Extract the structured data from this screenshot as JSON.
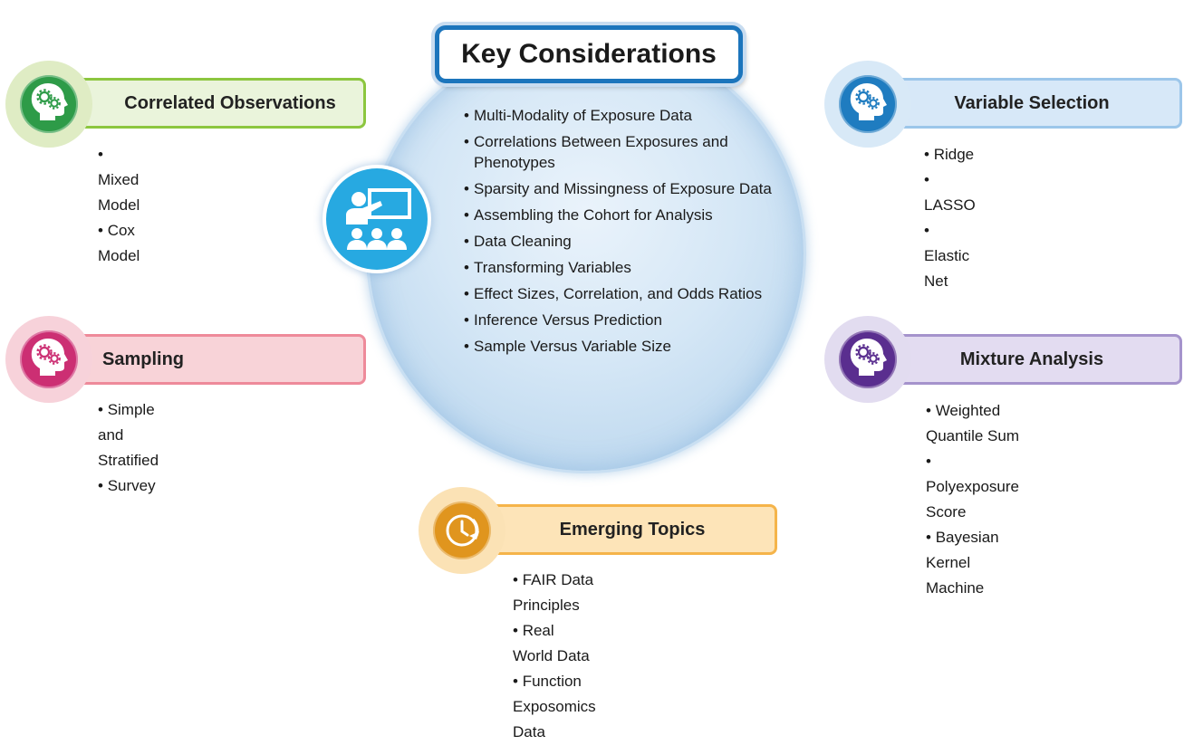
{
  "key_considerations": {
    "title": "Key Considerations",
    "items": [
      "Multi-Modality of Exposure Data",
      "Correlations Between Exposures and Phenotypes",
      "Sparsity and Missingness of Exposure Data",
      "Assembling the Cohort for Analysis",
      "Data Cleaning",
      "Transforming Variables",
      "Effect Sizes, Correlation, and Odds Ratios",
      "Inference Versus Prediction",
      "Sample Versus Variable Size"
    ]
  },
  "categories": {
    "correlated_observations": {
      "title": "Correlated Observations",
      "color": "#2e9b48",
      "icon": "head-gears-icon",
      "items": [
        "Mixed Model",
        "Cox Model"
      ]
    },
    "sampling": {
      "title": "Sampling",
      "color": "#cc2f73",
      "icon": "head-gears-icon",
      "items": [
        "Simple and Stratified",
        "Survey"
      ]
    },
    "variable_selection": {
      "title": "Variable Selection",
      "color": "#1f7cc0",
      "icon": "head-gears-icon",
      "items": [
        "Ridge",
        "LASSO",
        "Elastic Net"
      ]
    },
    "mixture_analysis": {
      "title": "Mixture Analysis",
      "color": "#5a2e8f",
      "icon": "head-gears-icon",
      "items": [
        "Weighted Quantile Sum",
        "Polyexposure Score",
        "Bayesian Kernel Machine"
      ]
    },
    "emerging_topics": {
      "title": "Emerging Topics",
      "color": "#e0951e",
      "icon": "clock-refresh-icon",
      "items": [
        "FAIR Data Principles",
        "Real World Data",
        "Function Exposomics Data"
      ]
    }
  },
  "center_icon": "teacher-presentation-icon"
}
